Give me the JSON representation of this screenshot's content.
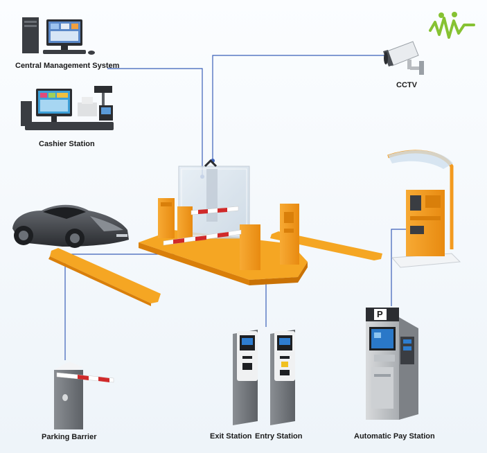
{
  "labels": {
    "central_management": "Central Management System",
    "cashier": "Cashier Station",
    "cctv": "CCTV",
    "parking_barrier": "Parking Barrier",
    "exit_station": "Exit Station",
    "entry_station": "Entry Station",
    "pay_station": "Automatic Pay Station"
  },
  "pay_station_sign": "P",
  "colors": {
    "orange": "#f39a1e",
    "orange_dark": "#d97f0a",
    "connector": "#3a5fb8",
    "logo_green": "#86c232",
    "car": "#3b3e43",
    "terminal_gray": "#6f7378"
  },
  "icons": [
    "logo-icon",
    "desktop-computer-icon",
    "pos-terminal-icon",
    "cctv-camera-icon",
    "car-icon",
    "booth-icon",
    "barrier-gate-icon",
    "ticket-terminal-icon",
    "pay-kiosk-icon"
  ]
}
